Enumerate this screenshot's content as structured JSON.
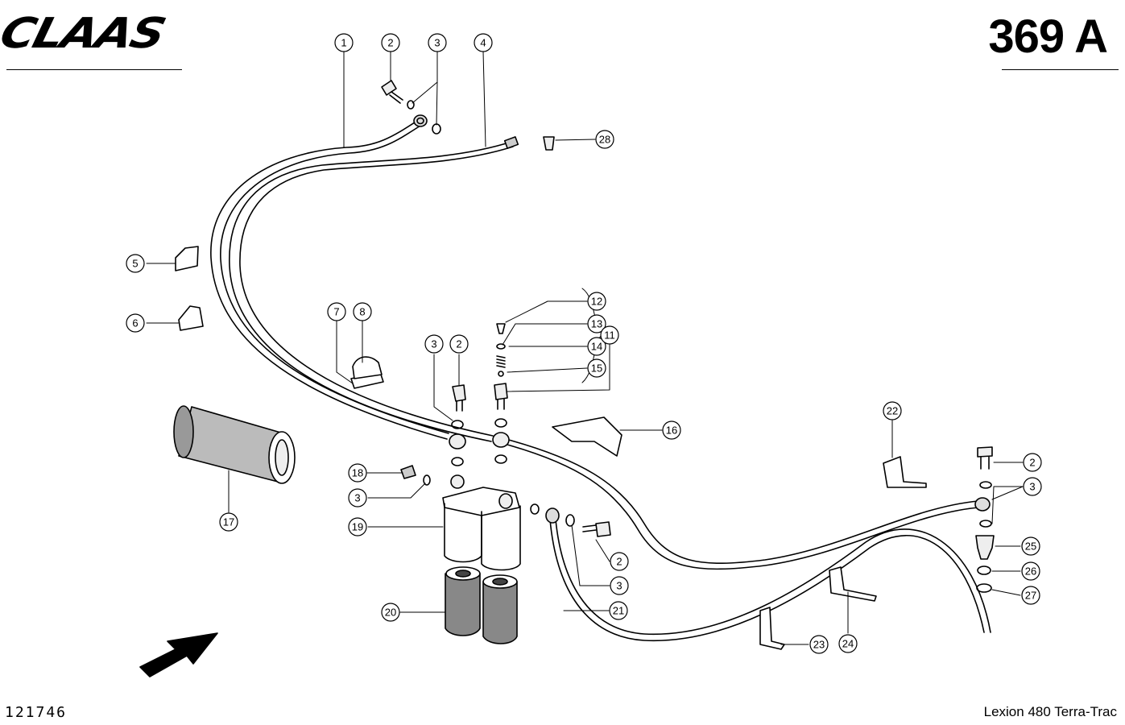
{
  "header": {
    "brand_logo": "CLAAS",
    "page_number": "369 A"
  },
  "footer": {
    "document_number": "121746",
    "machine_model": "Lexion 480 Terra-Trac"
  },
  "callouts": [
    {
      "id": "c1",
      "label": "1"
    },
    {
      "id": "c2a",
      "label": "2"
    },
    {
      "id": "c3a",
      "label": "3"
    },
    {
      "id": "c4",
      "label": "4"
    },
    {
      "id": "c28",
      "label": "28"
    },
    {
      "id": "c5",
      "label": "5"
    },
    {
      "id": "c6",
      "label": "6"
    },
    {
      "id": "c7",
      "label": "7"
    },
    {
      "id": "c8",
      "label": "8"
    },
    {
      "id": "c12",
      "label": "12"
    },
    {
      "id": "c13",
      "label": "13"
    },
    {
      "id": "c14",
      "label": "14"
    },
    {
      "id": "c15",
      "label": "15"
    },
    {
      "id": "c11",
      "label": "11"
    },
    {
      "id": "c3b",
      "label": "3"
    },
    {
      "id": "c2b",
      "label": "2"
    },
    {
      "id": "c16",
      "label": "16"
    },
    {
      "id": "c22",
      "label": "22"
    },
    {
      "id": "c2c",
      "label": "2"
    },
    {
      "id": "c3c",
      "label": "3"
    },
    {
      "id": "c18",
      "label": "18"
    },
    {
      "id": "c3d",
      "label": "3"
    },
    {
      "id": "c19",
      "label": "19"
    },
    {
      "id": "c17",
      "label": "17"
    },
    {
      "id": "c2d",
      "label": "2"
    },
    {
      "id": "c3e",
      "label": "3"
    },
    {
      "id": "c25",
      "label": "25"
    },
    {
      "id": "c26",
      "label": "26"
    },
    {
      "id": "c27",
      "label": "27"
    },
    {
      "id": "c20",
      "label": "20"
    },
    {
      "id": "c21",
      "label": "21"
    },
    {
      "id": "c23",
      "label": "23"
    },
    {
      "id": "c24",
      "label": "24"
    }
  ]
}
